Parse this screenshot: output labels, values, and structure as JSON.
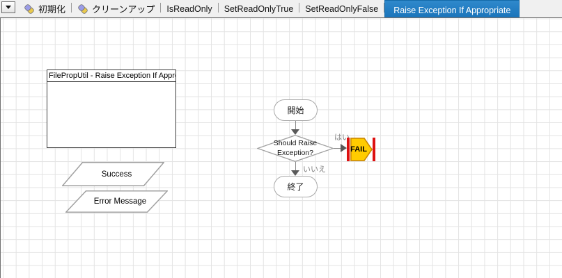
{
  "tab_bar": {
    "dropdown_tooltip": "tab-list-dropdown",
    "active_tab_color": "#1f7bc1",
    "tabs": [
      {
        "label": "初期化",
        "icon": "keyword-test-icon",
        "active": false
      },
      {
        "label": "クリーンアップ",
        "icon": "keyword-test-icon",
        "active": false
      },
      {
        "label": "IsReadOnly",
        "active": false
      },
      {
        "label": "SetReadOnlyTrue",
        "active": false
      },
      {
        "label": "SetReadOnlyFalse",
        "active": false
      },
      {
        "label": "Raise Exception If Appropriate",
        "active": true
      }
    ]
  },
  "canvas": {
    "grid_color": "#e3e3e3",
    "flowchart": {
      "group_box": {
        "title": "FilePropUtil - Raise Exception If Appropr"
      },
      "io_shapes": [
        {
          "label": "Success"
        },
        {
          "label": "Error Message"
        }
      ],
      "start_node": {
        "label": "開始"
      },
      "decision_node": {
        "line1": "Should Raise",
        "line2": "Exception?"
      },
      "fail_node": {
        "label": "FAIL",
        "fill_color": "#FFCC00",
        "border_color": "#CC8800",
        "bar_color": "#DD1111"
      },
      "end_node": {
        "label": "終了"
      },
      "edge_labels": {
        "yes": "はい",
        "no": "いいえ"
      }
    }
  }
}
